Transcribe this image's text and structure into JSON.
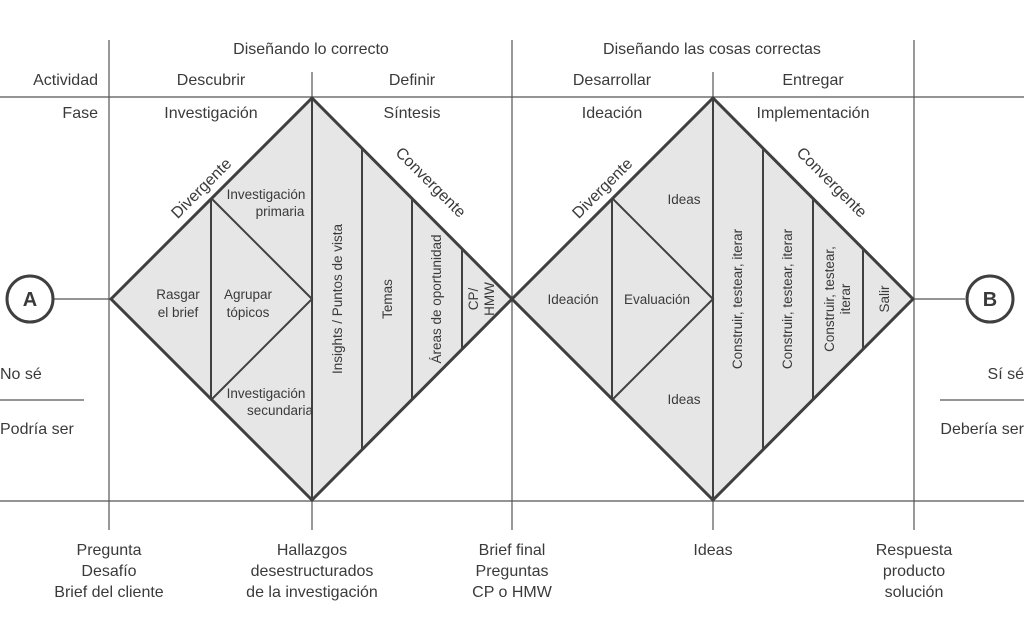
{
  "header": {
    "group_left": "Diseñando lo correcto",
    "group_right": "Diseñando las cosas correctas",
    "activity_label": "Actividad",
    "activities": [
      "Descubrir",
      "Definir",
      "Desarrollar",
      "Entregar"
    ],
    "phase_label": "Fase",
    "phases": [
      "Investigación",
      "Síntesis",
      "Ideación",
      "Implementación"
    ]
  },
  "start": {
    "circle": "A",
    "state": "No sé",
    "possibility": "Podría ser"
  },
  "end": {
    "circle": "B",
    "state": "Sí sé",
    "possibility": "Debería ser"
  },
  "diamond1": {
    "divergent": "Divergente",
    "convergent": "Convergente",
    "rasgar": [
      "Rasgar",
      "el brief"
    ],
    "agrupar": [
      "Agrupar",
      "tópicos"
    ],
    "primaria": [
      "Investigación",
      "primaria"
    ],
    "secundaria": [
      "Investigación",
      "secundaria"
    ],
    "insights": "Insights / Puntos de vista",
    "temas": "Temas",
    "areas": "Áreas de oportunidad",
    "cp": [
      "CP/",
      "HMW"
    ]
  },
  "diamond2": {
    "divergent": "Divergente",
    "convergent": "Convergente",
    "ideacion": "Ideación",
    "evaluacion": "Evaluación",
    "ideas_top": "Ideas",
    "ideas_bottom": "Ideas",
    "build1": "Construir, testear, iterar",
    "build2": "Construir, testear, iterar",
    "build3": [
      "Construir, testear,",
      "iterar"
    ],
    "salir": "Salir"
  },
  "outputs": [
    [
      "Pregunta",
      "Desafío",
      "Brief del cliente"
    ],
    [
      "Hallazgos",
      "desestructurados",
      "de la investigación"
    ],
    [
      "Brief final",
      "Preguntas",
      "CP o HMW"
    ],
    [
      "Ideas"
    ],
    [
      "Respuesta",
      "producto",
      "solución"
    ]
  ]
}
